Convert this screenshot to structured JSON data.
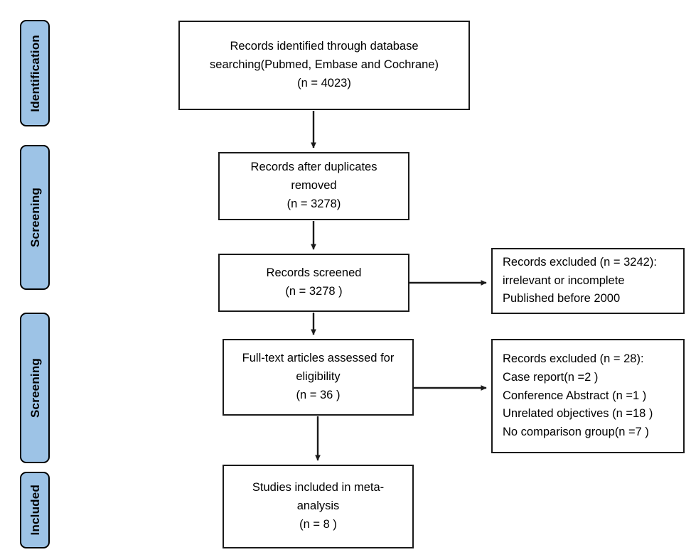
{
  "diagram": {
    "title": "PRISMA study selection flow diagram",
    "stroke_color": "#1a1a1a",
    "phase_tab_color": "#9dc3e6",
    "background_color": "#ffffff"
  },
  "phases": [
    {
      "id": "identification",
      "label": "Identification"
    },
    {
      "id": "screening-1",
      "label": "Screening"
    },
    {
      "id": "screening-2",
      "label": "Screening"
    },
    {
      "id": "included",
      "label": "Included"
    }
  ],
  "boxes": {
    "identified": {
      "lines": [
        "Records identified through database",
        "searching(Pubmed, Embase and Cochrane)",
        "(n = 4023)"
      ],
      "count": 4023
    },
    "duplicates_removed": {
      "lines": [
        "Records after duplicates",
        "removed",
        "(n = 3278)"
      ],
      "count": 3278
    },
    "screened": {
      "lines": [
        "Records screened",
        "(n = 3278 )"
      ],
      "count": 3278
    },
    "excluded_screening": {
      "lines": [
        "Records excluded (n = 3242):",
        "irrelevant or incomplete",
        "Published before 2000"
      ],
      "count": 3242
    },
    "fulltext_assessed": {
      "lines": [
        "Full-text articles assessed for",
        "eligibility",
        "(n = 36 )"
      ],
      "count": 36
    },
    "excluded_fulltext": {
      "lines": [
        "Records excluded (n = 28):",
        "Case report(n =2 )",
        "Conference Abstract (n =1 )",
        "Unrelated objectives (n =18 )",
        "No comparison group(n =7 )"
      ],
      "count": 28,
      "reasons": [
        {
          "label": "Case report",
          "count": 2
        },
        {
          "label": "Conference Abstract",
          "count": 1
        },
        {
          "label": "Unrelated objectives",
          "count": 18
        },
        {
          "label": "No comparison group",
          "count": 7
        }
      ]
    },
    "included_studies": {
      "lines": [
        "Studies included in meta-",
        "analysis",
        "(n = 8 )"
      ],
      "count": 8
    }
  }
}
